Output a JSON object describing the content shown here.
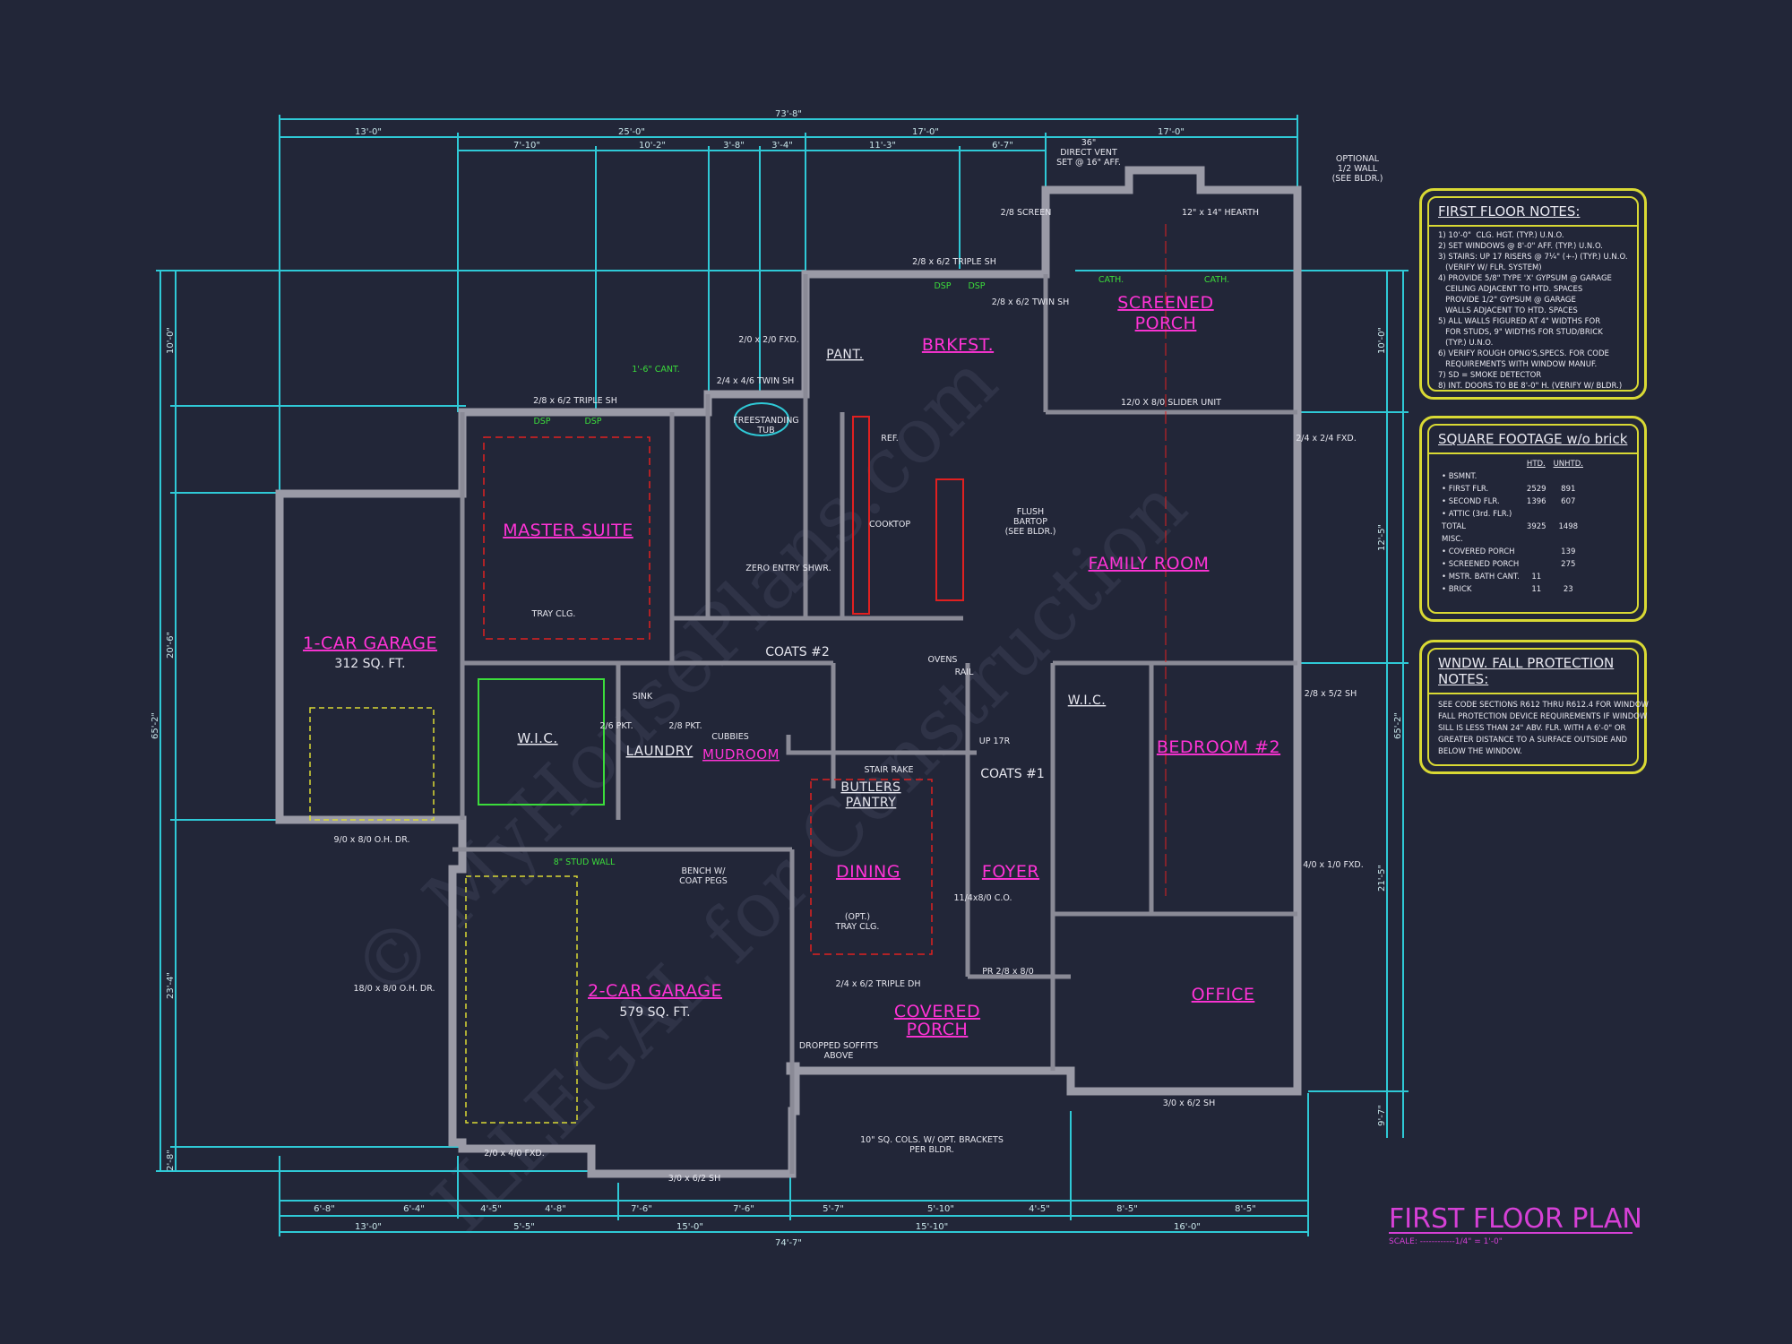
{
  "title": {
    "main": "FIRST FLOOR PLAN",
    "scale": "SCALE: ------------1/4\" = 1'-0\""
  },
  "watermark": [
    "© MyHousePlans.com",
    "ILLEGAL for Construction"
  ],
  "rooms": [
    {
      "name": "MASTER SUITE"
    },
    {
      "name": "1-CAR GARAGE",
      "sub": "312 SQ. FT."
    },
    {
      "name": "2-CAR GARAGE",
      "sub": "579 SQ. FT."
    },
    {
      "name": "SCREENED",
      "name2": "PORCH"
    },
    {
      "name": "BRKFST."
    },
    {
      "name": "FAMILY ROOM"
    },
    {
      "name": "BEDROOM #2"
    },
    {
      "name": "DINING"
    },
    {
      "name": "FOYER"
    },
    {
      "name": "OFFICE"
    },
    {
      "name": "COVERED",
      "name2": "PORCH"
    },
    {
      "name": "MUDROOM"
    },
    {
      "name": "W.I.C."
    },
    {
      "name": "LAUNDRY"
    },
    {
      "name": "BUTLERS",
      "name2": "PANTRY"
    },
    {
      "name": "PANT."
    },
    {
      "name": "W.I.C."
    }
  ],
  "annotations": [
    "9/0 x 8/0 O.H. DR.",
    "18/0 x 8/0 O.H. DR.",
    "2/8 x 6/2 TRIPLE SH",
    "2/8 x 6/2 TRIPLE SH",
    "12/0 X 8/0 SLIDER UNIT",
    "3/0 x 6/2 SH",
    "3/0 x 6/2 SH",
    "2/0 x 4/0 FXD.",
    "10\" SQ. COLS. W/ OPT. BRACKETS",
    "PER BLDR.",
    "COOKTOP",
    "FLUSH",
    "BARTOP",
    "(SEE BLDR.)",
    "FREESTANDING",
    "TUB",
    "COATS #1",
    "COATS #2",
    "OPTIONAL",
    "1/2 WALL",
    "(SEE BLDR.)",
    "36\"",
    "DIRECT VENT",
    "SET @ 16\" AFF.",
    "TRAY CLG.",
    "(OPT.)",
    "TRAY CLG.",
    "DROPPED SOFFITS",
    "ABOVE",
    "2/4 x 6/2 TRIPLE DH",
    "2/4 x 2/4 FXD.",
    "2/8 x 5/2 SH",
    "4/0 x 1/0 FXD.",
    "REF.",
    "OVENS",
    "RAIL",
    "STAIR RAKE",
    "CUBBIES",
    "BENCH W/",
    "COAT PEGS",
    "2/4 x 4/6 TWIN SH",
    "2/0 x 2/0 FXD.",
    "2/8 x 6/2 TWIN SH",
    "ZERO ENTRY SHWR.",
    "SINK",
    "2/6 PKT.",
    "2/8 PKT.",
    "PR 2/8 x 8/0",
    "12\" x 14\" HEARTH",
    "2/8 SCREEN",
    "11/4x8/0 C.O.",
    "UP 17R"
  ],
  "green_labels": [
    "1'-6\" CANT.",
    "8\" STUD WALL",
    "DSP",
    "DSP",
    "DSP",
    "DSP",
    "CATH.",
    "CATH."
  ],
  "dims": {
    "top_total": "73'-8\"",
    "top2": [
      "13'-0\"",
      "25'-0\"",
      "17'-0\"",
      "17'-0\""
    ],
    "top3": [
      "7'-10\"",
      "10'-2\"",
      "3'-8\"",
      "3'-4\"",
      "11'-3\"",
      "6'-7\""
    ],
    "bottom_total": "74'-7\"",
    "bottom2": [
      "13'-0\"",
      "5'-5\"",
      "15'-0\"",
      "15'-10\"",
      "16'-0\""
    ],
    "bottom3": [
      "6'-8\"",
      "6'-4\"",
      "4'-5\"",
      "4'-8\"",
      "7'-6\"",
      "7'-6\"",
      "5'-7\"",
      "5'-10\"",
      "4'-5\"",
      "8'-5\"",
      "8'-5\""
    ],
    "left_total": "65'-2\"",
    "left2": [
      "10'-0\"",
      "20'-6\"",
      "23'-4\"",
      "2'-8\""
    ],
    "right_total": "65'-2\"",
    "right2": [
      "10'-0\"",
      "12'-5\"",
      "21'-5\"",
      "9'-7\""
    ]
  },
  "notes": {
    "title": "FIRST FLOOR NOTES:",
    "lines": [
      "1) 10'-0\"  CLG. HGT. (TYP.) U.N.O.",
      "2) SET WINDOWS @ 8'-0\" AFF. (TYP.) U.N.O.",
      "3) STAIRS: UP 17 RISERS @ 7¼\" (+-) (TYP.) U.N.O.",
      "   (VERIFY W/ FLR. SYSTEM)",
      "4) PROVIDE 5/8\" TYPE 'X' GYPSUM @ GARAGE",
      "   CEILING ADJACENT TO HTD. SPACES",
      "   PROVIDE 1/2\" GYPSUM @ GARAGE",
      "   WALLS ADJACENT TO HTD. SPACES",
      "5) ALL WALLS FIGURED AT 4\" WIDTHS FOR",
      "   FOR STUDS, 9\" WIDTHS FOR STUD/BRICK",
      "   (TYP.) U.N.O.",
      "6) VERIFY ROUGH OPNG'S,SPECS. FOR CODE",
      "   REQUIREMENTS WITH WINDOW MANUF.",
      "7) SD = SMOKE DETECTOR",
      "8) INT. DOORS TO BE 8'-0\" H. (VERIFY W/ BLDR.)"
    ]
  },
  "sqft": {
    "title": "SQUARE FOOTAGE w/o brick",
    "headers": [
      "",
      "HTD.",
      "UNHTD."
    ],
    "rows": [
      [
        "• BSMNT.",
        "",
        ""
      ],
      [
        "• FIRST FLR.",
        "2529",
        "891"
      ],
      [
        "• SECOND FLR.",
        "1396",
        "607"
      ],
      [
        "• ATTIC (3rd. FLR.)",
        "",
        ""
      ],
      [
        "TOTAL",
        "3925",
        "1498"
      ],
      [
        "MISC.",
        "",
        ""
      ],
      [
        "• COVERED PORCH",
        "",
        "139"
      ],
      [
        "• SCREENED PORCH",
        "",
        "275"
      ],
      [
        "• MSTR. BATH CANT.",
        "11",
        ""
      ],
      [
        "• BRICK",
        "11",
        "23"
      ]
    ]
  },
  "fall": {
    "title": "WNDW. FALL PROTECTION NOTES:",
    "text": "SEE CODE SECTIONS R612 THRU R612.4 FOR WINDOW\nFALL PROTECTION DEVICE REQUIREMENTS IF WINDOW\nSILL IS LESS THAN 24\" ABV. FLR. WITH A 6'-0\" OR\nGREATER DISTANCE TO A SURFACE OUTSIDE AND\nBELOW THE WINDOW."
  }
}
